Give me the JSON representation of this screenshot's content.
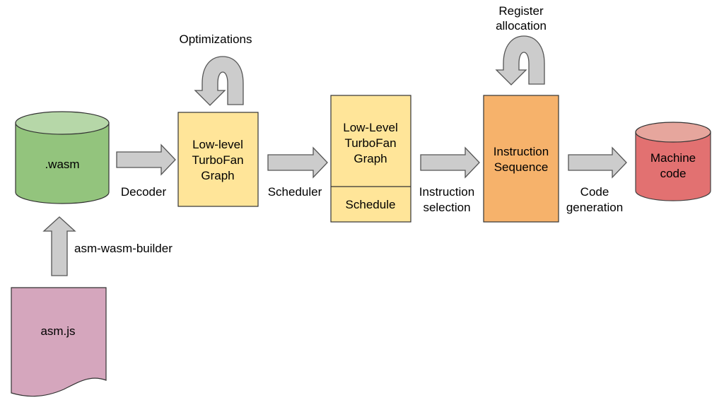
{
  "nodes": {
    "wasm": {
      "label": ".wasm",
      "fill": "#93c47d",
      "top_fill": "#b6d7a8"
    },
    "asmjs": {
      "label": "asm.js",
      "fill": "#d5a6bd"
    },
    "lowlevel_graph": {
      "lines": [
        "Low-level",
        "TurboFan",
        "Graph"
      ],
      "fill": "#ffe599"
    },
    "scheduled_graph": {
      "lines": [
        "Low-Level",
        "TurboFan",
        "Graph"
      ],
      "schedule_label": "Schedule",
      "fill": "#ffe599"
    },
    "instruction_sequence": {
      "lines": [
        "Instruction",
        "Sequence"
      ],
      "fill": "#f6b26b"
    },
    "machine_code": {
      "lines": [
        "Machine",
        "code"
      ],
      "fill": "#e06666",
      "top_fill": "#e6a69d"
    }
  },
  "edges": {
    "decoder": {
      "lines": [
        "Decoder"
      ]
    },
    "scheduler": {
      "lines": [
        "Scheduler"
      ]
    },
    "instruction_selection": {
      "lines": [
        "Instruction",
        "selection"
      ]
    },
    "code_generation": {
      "lines": [
        "Code",
        "generation"
      ]
    },
    "asm_wasm_builder": {
      "lines": [
        "asm-wasm-builder"
      ]
    }
  },
  "loops": {
    "optimizations": {
      "lines": [
        "Optimizations"
      ]
    },
    "register_allocation": {
      "lines": [
        "Register",
        "allocation"
      ]
    }
  },
  "colors": {
    "arrow_fill": "#cccccc",
    "arrow_stroke": "#555555",
    "node_stroke": "#333333"
  }
}
